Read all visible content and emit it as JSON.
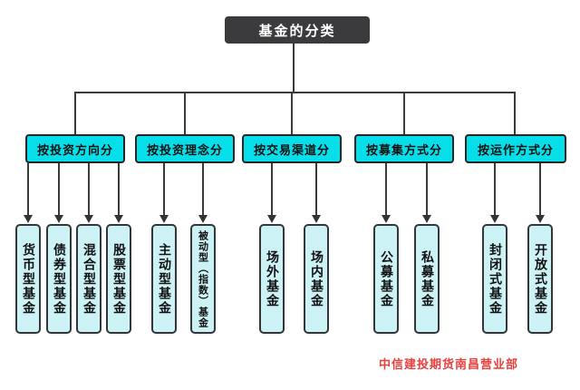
{
  "title": "基金的分类",
  "footer": "中信建投期货南昌营业部",
  "colors": {
    "root_bg": "#3b3b3d",
    "root_text": "#ffffff",
    "branch_bg": "#06dfe9",
    "leaf_bg": "#cdf2f6",
    "line": "#3a3a3a",
    "footer_text": "#e8403c"
  },
  "groups": [
    {
      "label": "按投资方向分",
      "children": [
        "货币型基金",
        "债券型基金",
        "混合型基金",
        "股票型基金"
      ]
    },
    {
      "label": "按投资理念分",
      "children": [
        "主动型基金",
        "被动型（指数）基金"
      ]
    },
    {
      "label": "按交易渠道分",
      "children": [
        "场外基金",
        "场内基金"
      ]
    },
    {
      "label": "按募集方式分",
      "children": [
        "公募基金",
        "私募基金"
      ]
    },
    {
      "label": "按运作方式分",
      "children": [
        "封闭式基金",
        "开放式基金"
      ]
    }
  ]
}
